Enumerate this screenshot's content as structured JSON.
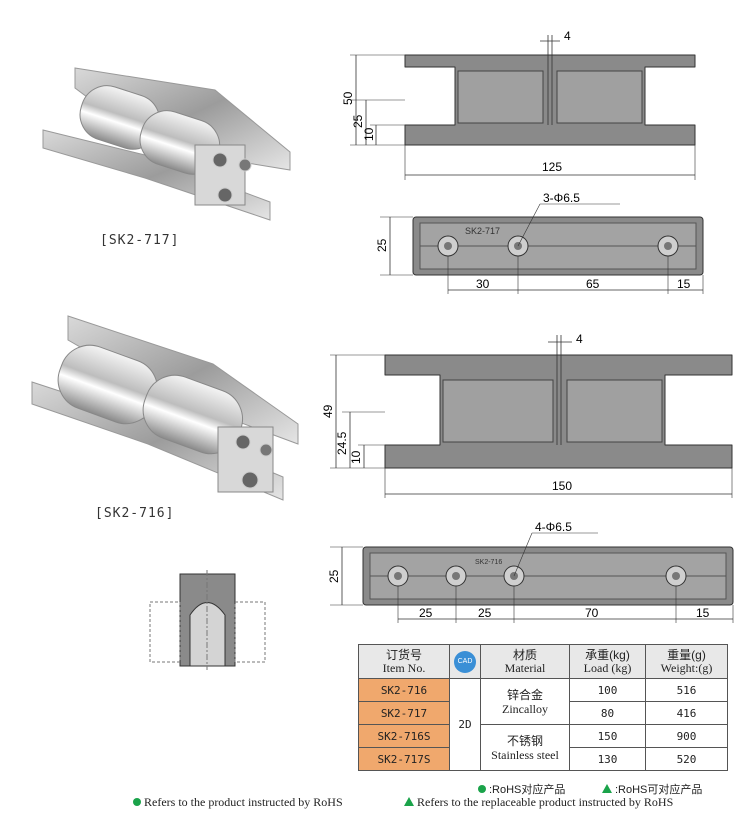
{
  "products": [
    {
      "label": "[SK2-717]"
    },
    {
      "label": "[SK2-716]"
    }
  ],
  "drawings": {
    "d717_side": {
      "dim_gap": "4",
      "dim_height": "50",
      "dim_mid": "25",
      "dim_base": "10",
      "dim_length": "125"
    },
    "d717_top": {
      "holes": "3-Φ6.5",
      "engraving": "SK2-717",
      "dim_width": "25",
      "dims": [
        "30",
        "65",
        "15"
      ]
    },
    "d716_side": {
      "dim_gap": "4",
      "dim_height": "49",
      "dim_mid": "24.5",
      "dim_base": "10",
      "dim_length": "150"
    },
    "d716_top": {
      "holes": "4-Φ6.5",
      "engraving": "SK2-716",
      "dim_width": "25",
      "dims": [
        "25",
        "25",
        "70",
        "15"
      ]
    }
  },
  "table": {
    "headers": [
      {
        "cn": "订货号",
        "en": "Item No."
      },
      {
        "cn": "材质",
        "en": "Material"
      },
      {
        "cn": "承重(kg)",
        "en": "Load (kg)"
      },
      {
        "cn": "重量(g)",
        "en": "Weight:(g)"
      }
    ],
    "cad_badge": "CAD",
    "rows": [
      {
        "item": "SK2-716",
        "load": "100",
        "weight": "516"
      },
      {
        "item": "SK2-717",
        "load": "80",
        "weight": "416"
      },
      {
        "item": "SK2-716S",
        "load": "150",
        "weight": "900"
      },
      {
        "item": "SK2-717S",
        "load": "130",
        "weight": "520"
      }
    ],
    "cad_type": "2D",
    "materials": [
      {
        "cn": "锌合金",
        "en": "Zincalloy"
      },
      {
        "cn": "不锈钢",
        "en": "Stainless steel"
      }
    ]
  },
  "legend": {
    "rohs_cn": ":RoHS对应产品",
    "rohs_replace_cn": ":RoHS可对应产品",
    "rohs_en": "Refers to the product instructed by RoHS",
    "rohs_replace_en": "Refers to the replaceable product instructed by RoHS"
  },
  "colors": {
    "part_fill": "#888888",
    "item_cell": "#f0a86d",
    "rohs_green": "#1aa34a",
    "cad_blue": "#3a8fd6"
  }
}
